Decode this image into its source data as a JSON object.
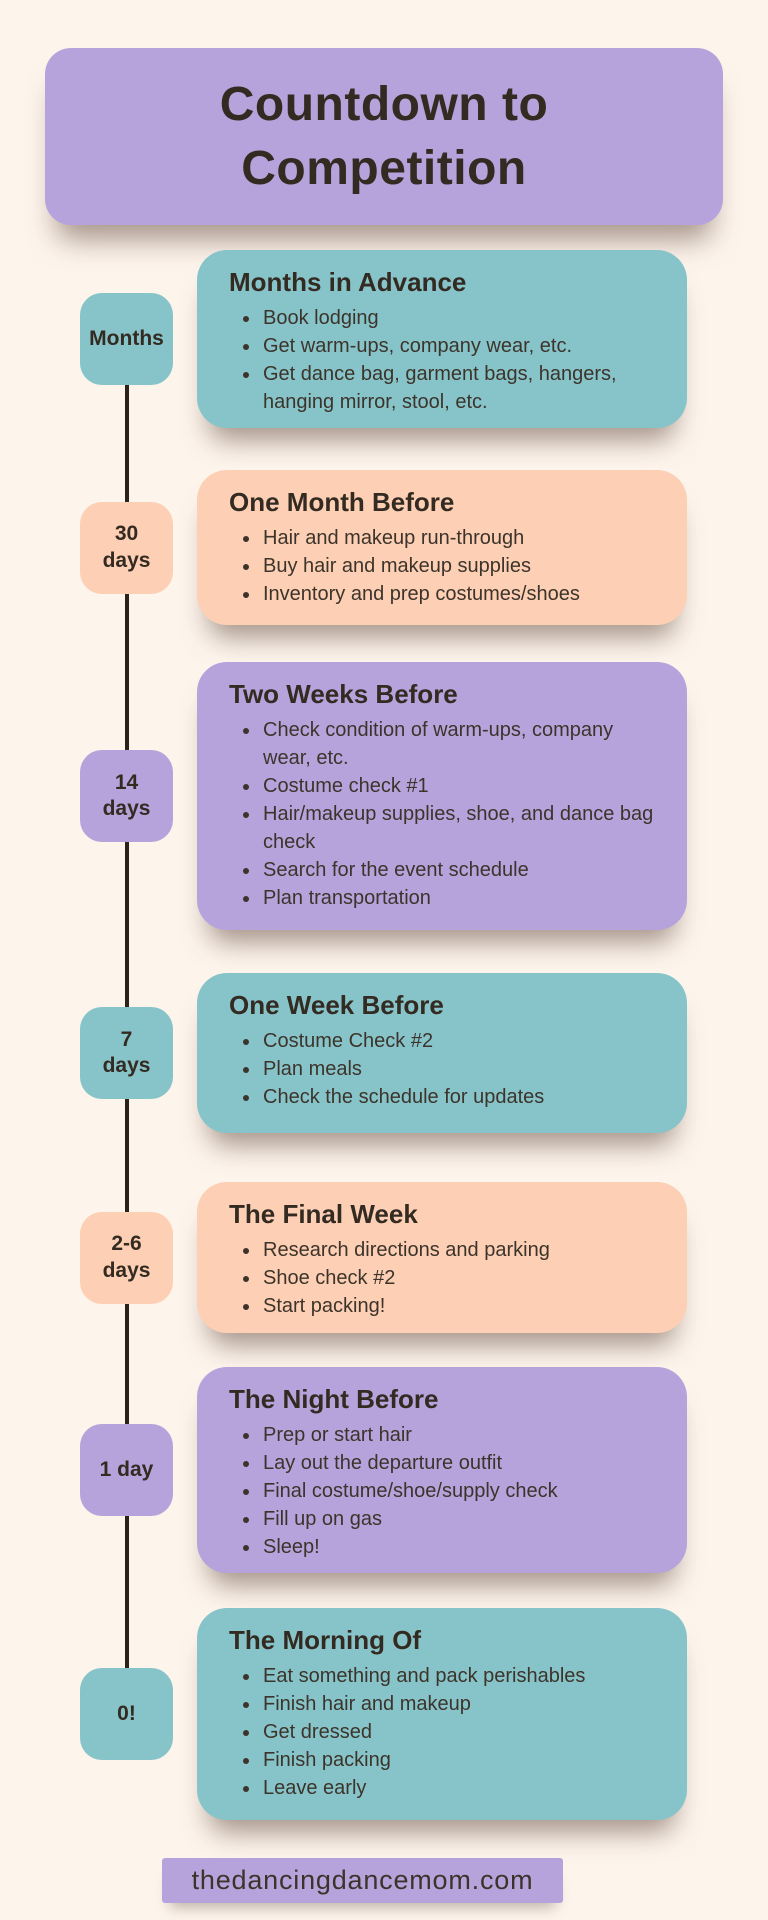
{
  "title": {
    "text": "Countdown to Competition"
  },
  "palette": {
    "background": "#FDF4EC",
    "purple": "#B6A3DC",
    "teal": "#87C4C9",
    "peach": "#FDCFB4",
    "ink": "#332B22",
    "timeline_line": "#2B2218"
  },
  "timeline": {
    "items": [
      {
        "badge": "Months",
        "badge_lines": [
          "Months"
        ],
        "theme": "teal",
        "heading": "Months in Advance",
        "bullets": [
          "Book lodging",
          "Get warm-ups, company wear, etc.",
          "Get dance bag, garment bags, hangers, hanging mirror, stool, etc."
        ]
      },
      {
        "badge": "30 days",
        "badge_lines": [
          "30",
          "days"
        ],
        "theme": "peach",
        "heading": "One Month Before",
        "bullets": [
          "Hair and makeup run-through",
          "Buy hair and makeup supplies",
          "Inventory and prep costumes/shoes"
        ]
      },
      {
        "badge": "14 days",
        "badge_lines": [
          "14",
          "days"
        ],
        "theme": "purple",
        "heading": "Two Weeks Before",
        "bullets": [
          "Check condition of warm-ups, company wear, etc.",
          "Costume check #1",
          "Hair/makeup supplies, shoe, and dance bag check",
          "Search for the event schedule",
          "Plan transportation"
        ]
      },
      {
        "badge": "7 days",
        "badge_lines": [
          "7",
          "days"
        ],
        "theme": "teal",
        "heading": "One Week Before",
        "bullets": [
          "Costume Check #2",
          "Plan meals",
          "Check the schedule for updates"
        ]
      },
      {
        "badge": "2-6 days",
        "badge_lines": [
          "2-6",
          "days"
        ],
        "theme": "peach",
        "heading": "The Final Week",
        "bullets": [
          "Research directions and parking",
          "Shoe check #2",
          "Start packing!"
        ]
      },
      {
        "badge": "1 day",
        "badge_lines": [
          "1 day"
        ],
        "theme": "purple",
        "heading": "The Night Before",
        "bullets": [
          "Prep or start hair",
          "Lay out the departure outfit",
          "Final costume/shoe/supply check",
          "Fill up on gas",
          "Sleep!"
        ]
      },
      {
        "badge": "0!",
        "badge_lines": [
          "0!"
        ],
        "theme": "teal",
        "heading": "The Morning Of",
        "bullets": [
          "Eat something and pack perishables",
          "Finish hair and makeup",
          "Get dressed",
          "Finish packing",
          "Leave early"
        ]
      }
    ]
  },
  "footer": {
    "url": "thedancingdancemom.com"
  }
}
